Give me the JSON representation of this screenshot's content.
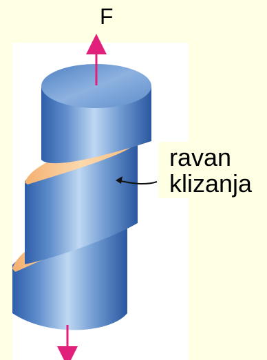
{
  "force_label": "F",
  "slip_plane_label_line1": "ravan",
  "slip_plane_label_line2": "klizanja",
  "colors": {
    "background": "#FFFFE3",
    "panel": "#FFFFFF",
    "cylinder_dark": "#2B5CA8",
    "cylinder_light": "#B9D5F2",
    "slip_plane": "#F9C28A",
    "arrow": "#E0207A"
  }
}
